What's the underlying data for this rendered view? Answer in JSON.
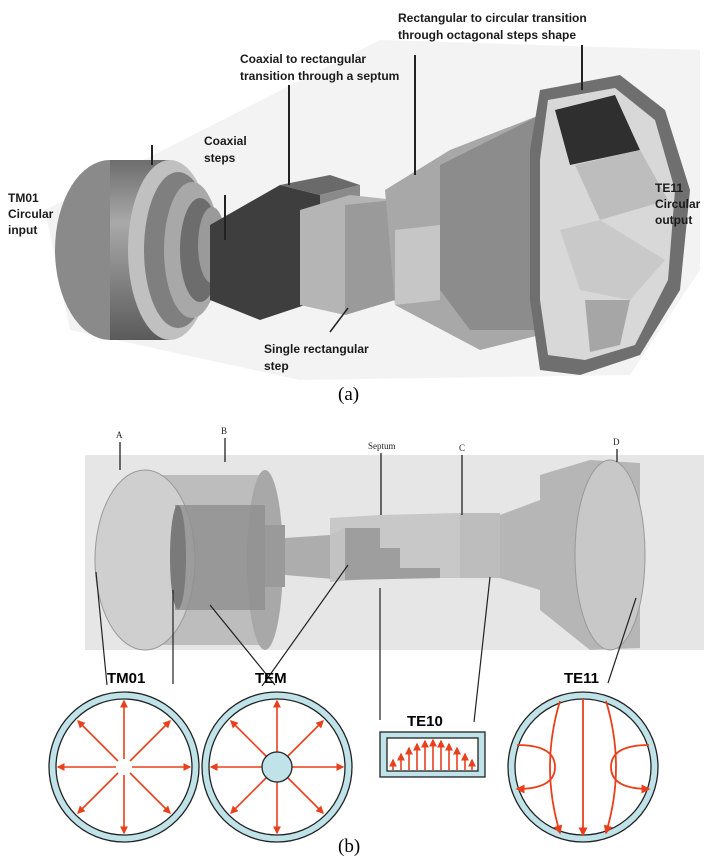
{
  "panel_a": {
    "caption": "(a)",
    "labels": {
      "tm01_input": [
        "TM01",
        "Circular",
        "input"
      ],
      "coaxial_steps": [
        "Coaxial",
        "steps"
      ],
      "coax_to_rect": [
        "Coaxial to rectangular",
        "transition through a septum"
      ],
      "rect_to_circ": [
        "Rectangular to circular transition",
        "through octagonal steps shape"
      ],
      "te11_output": [
        "TE11",
        "Circular",
        "output"
      ],
      "single_rect_step": [
        "Single rectangular",
        "step"
      ]
    }
  },
  "panel_b": {
    "caption": "(b)",
    "points": {
      "a": "A",
      "b": "B",
      "septum": "Septum",
      "c": "C",
      "d": "D"
    },
    "modes": {
      "tm01": "TM01",
      "tem": "TEM",
      "te10": "TE10",
      "te11": "TE11"
    }
  },
  "colors": {
    "field_arrow": "#e8401c",
    "guide_fill": "#bfe3e8",
    "guide_stroke": "#222222"
  }
}
